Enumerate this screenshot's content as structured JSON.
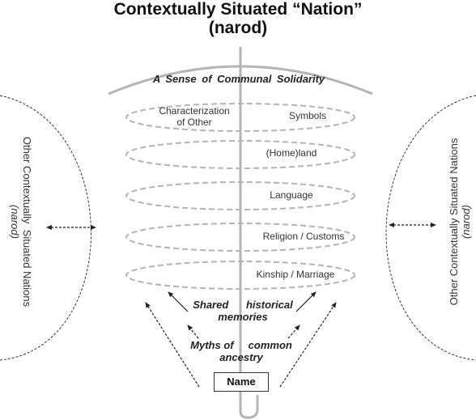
{
  "title": {
    "line1": "Contextually Situated “Nation”",
    "line2": "(narod)"
  },
  "umbrella_top": "A Sense of Communal Solidarity",
  "rings": [
    {
      "label": "Symbols"
    },
    {
      "label": "(Home)land"
    },
    {
      "label": "Language"
    },
    {
      "label": "Religion / Customs"
    },
    {
      "label": "Kinship / Marriage"
    }
  ],
  "characterization": {
    "line1": "Characterization",
    "line2": "of Other"
  },
  "shared_memories": {
    "line1": "Shared      historical",
    "line2": "memories"
  },
  "myths": {
    "line1": "Myths of     common",
    "line2": "ancestry"
  },
  "name_box": "Name",
  "left_side": {
    "main": "Other Contextually  Situated Nations",
    "sub": "(narod)"
  },
  "right_side": {
    "main": "Other Contextually Situated Nations",
    "sub": "(narod)"
  },
  "colors": {
    "ring": "#b4b4b4",
    "shaft": "#b4b4b4",
    "arrow": "#222222",
    "text": "#333333"
  }
}
